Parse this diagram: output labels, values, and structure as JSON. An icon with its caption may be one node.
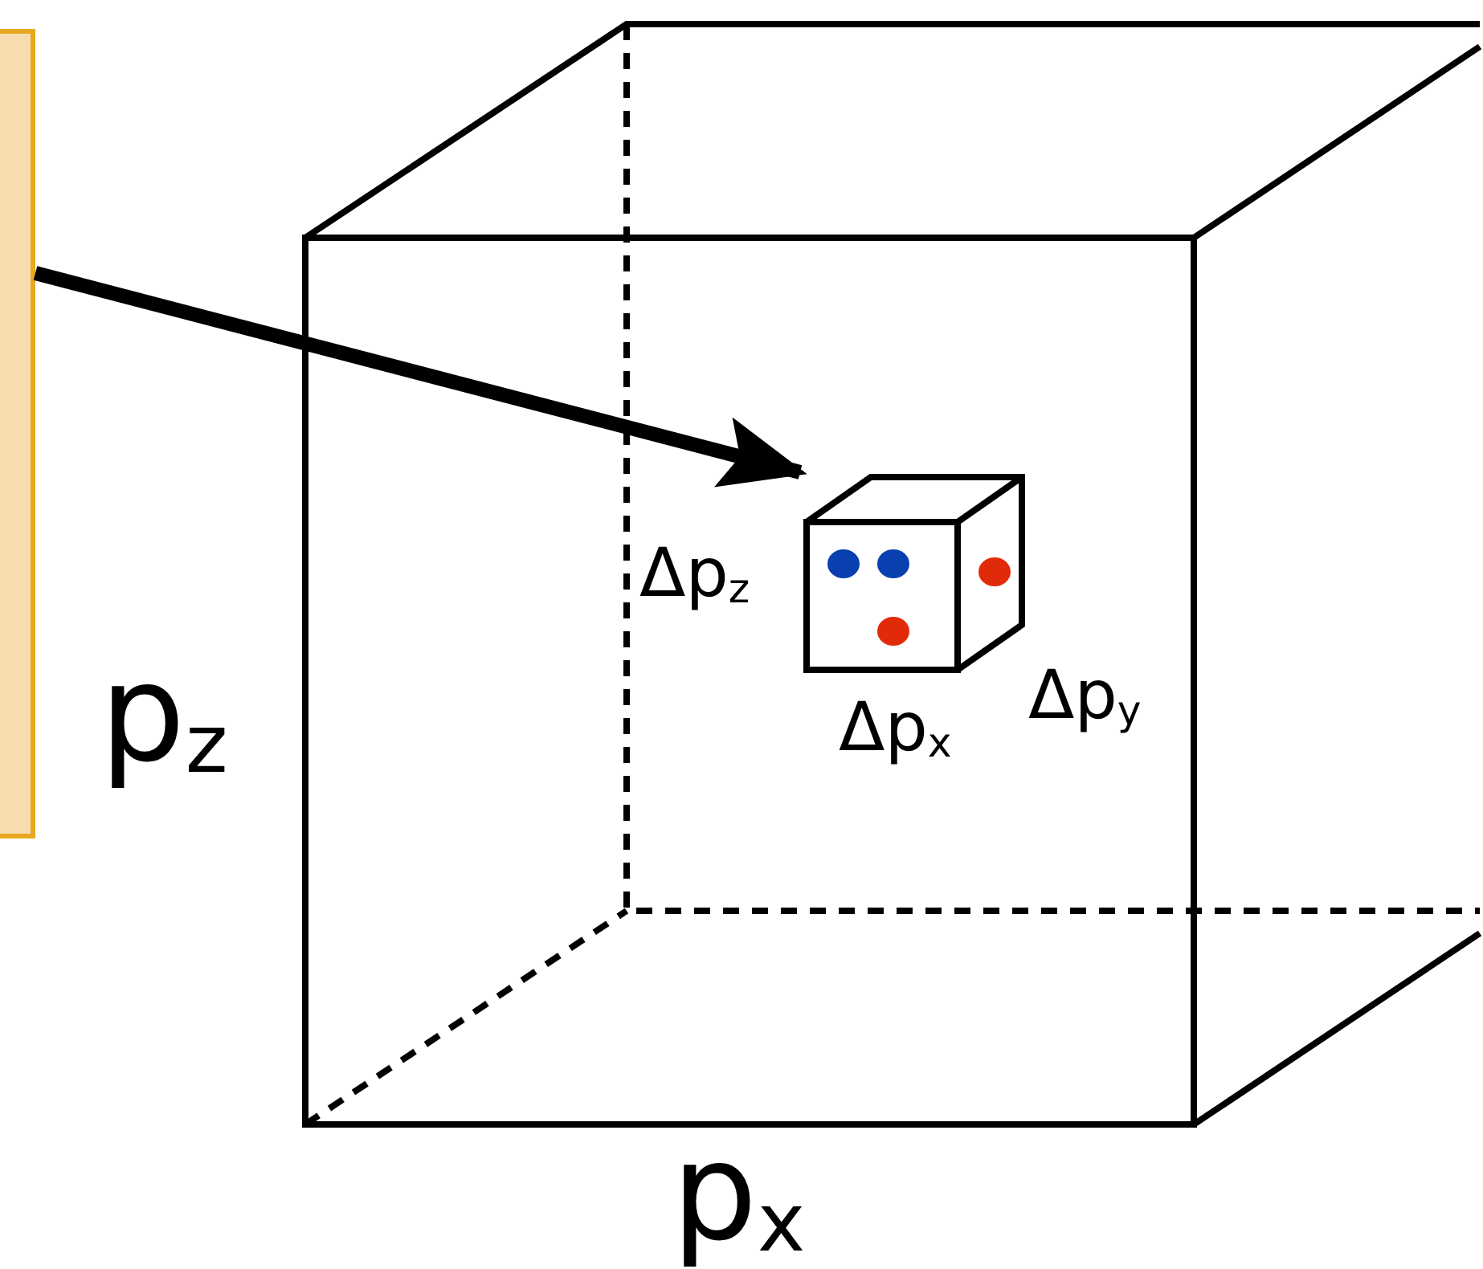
{
  "diagram": {
    "nodes": [
      {
        "text": [],
        "shape": "bar"
      },
      {
        "text": [],
        "shape": "box",
        "beside": [
          "Δp$_{z}$",
          "Δp$_{y}$",
          "Δp$_{x}$"
        ]
      }
    ],
    "edges": [
      {
        "from": 0,
        "to": 1,
        "arrow": "to"
      }
    ],
    "labels": [
      "p$_{z}$",
      "p$_{x}$"
    ]
  }
}
